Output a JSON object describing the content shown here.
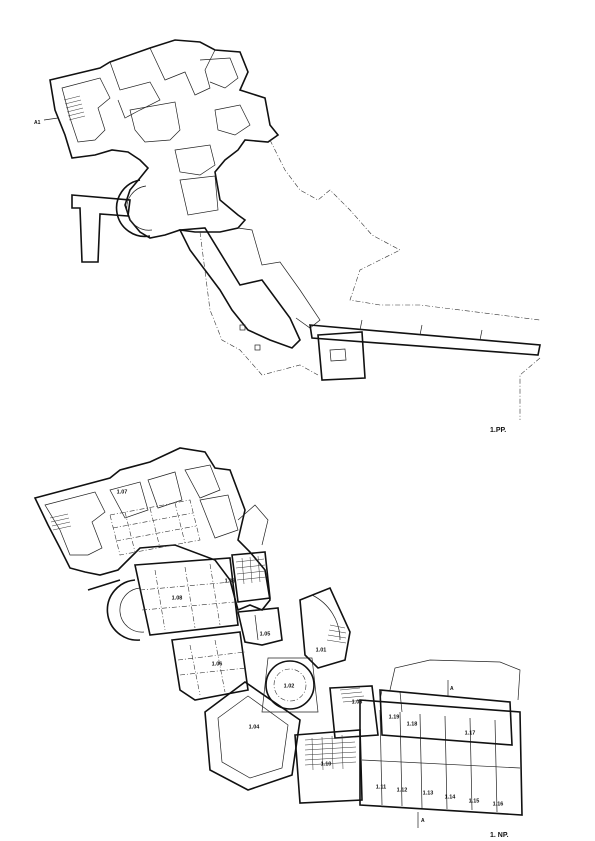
{
  "plans": [
    {
      "title": "1.PP.",
      "rooms": [],
      "marker": "A1"
    },
    {
      "title": "1. NP.",
      "rooms": [
        "1.01",
        "1.02",
        "1.03",
        "1.04",
        "1.05",
        "1.06",
        "1.07",
        "1.08",
        "1.09",
        "1.10",
        "1.11",
        "1.12",
        "1.13",
        "1.14",
        "1.15",
        "1.16",
        "1.17",
        "1.18",
        "1.19"
      ],
      "section_marks": [
        "A",
        "A"
      ]
    }
  ]
}
